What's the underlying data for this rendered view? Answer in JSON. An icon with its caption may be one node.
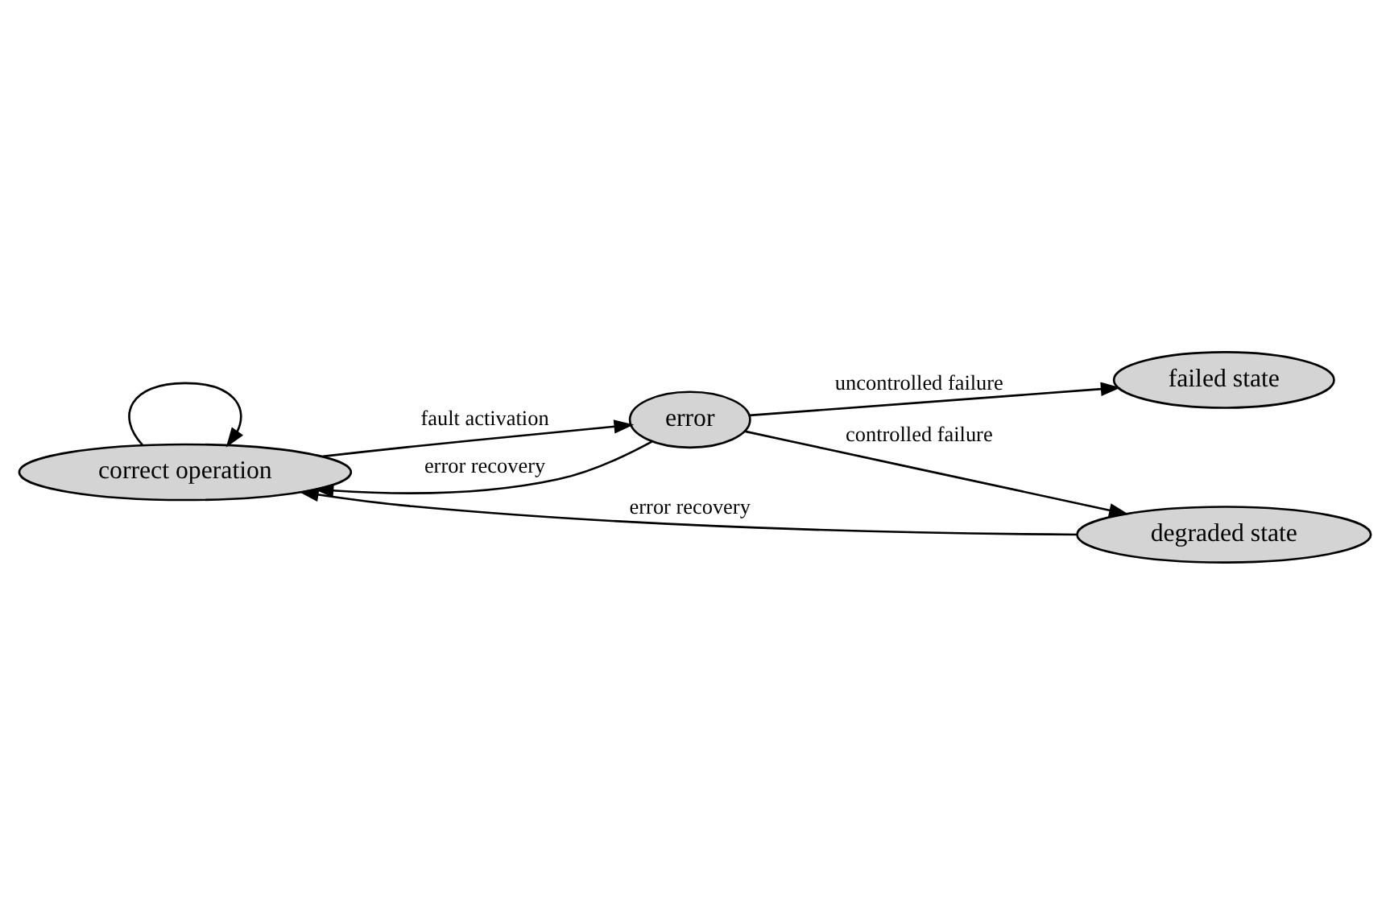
{
  "diagram": {
    "nodes": [
      {
        "text": [
          "correct operation"
        ]
      },
      {
        "text": [
          "error"
        ]
      },
      {
        "text": [
          "degraded state"
        ]
      },
      {
        "text": [
          "failed state"
        ]
      }
    ],
    "edges": [
      {
        "from": 2,
        "to": 0,
        "arrow": "to",
        "label": "error recovery"
      },
      {
        "from": 1,
        "to": 0,
        "arrow": "to",
        "label": "error recovery"
      },
      {
        "from": 0,
        "to": 1,
        "arrow": "to",
        "label": "fault activation"
      },
      {
        "from": 1,
        "to": 2,
        "arrow": "to",
        "label": "controlled failure"
      },
      {
        "from": 1,
        "to": 3,
        "arrow": "to",
        "label": "uncontrolled failure"
      },
      {
        "from": 0,
        "to": 0,
        "arrow": "to"
      }
    ]
  }
}
